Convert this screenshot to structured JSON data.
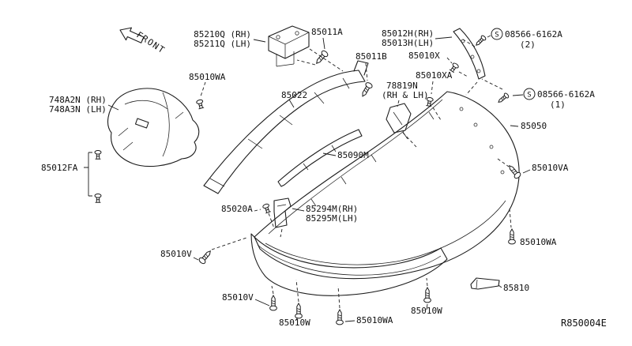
{
  "front_label": "FRONT",
  "fastener_symbol": "S",
  "diagram_code": "R850004E",
  "colors": {
    "line": "#1c1c1c",
    "background": "#ffffff"
  },
  "labels": {
    "bracket_rh": "85210Q (RH)",
    "bracket_lh": "85211Q (LH)",
    "bolt_85011a": "85011A",
    "retainer_rh": "85012H(RH)",
    "retainer_lh": "85013H(LH)",
    "screw2_num": "08566-6162A",
    "screw2_qty": "(2)",
    "bolt_85011b": "85011B",
    "clip_85010x": "85010X",
    "clip_85010wa_left": "85010WA",
    "clip_85010xa": "85010XA",
    "screw1_num": "08566-6162A",
    "screw1_qty": "(1)",
    "splash_rh": "748A2N (RH)",
    "splash_lh": "748A3N (LH)",
    "beam": "85022",
    "bracket_78819n": "78819N",
    "bracket_78819n_sub": "(RH & LH)",
    "fascia": "85050",
    "clip_85012fa": "85012FA",
    "absorber": "85090M",
    "bolt_85010va": "85010VA",
    "clip_85020a": "85020A",
    "bracket2_rh": "85294M(RH)",
    "bracket2_lh": "85295M(LH)",
    "bolt_85010wa_right": "85010WA",
    "bolt_85010v_left": "85010V",
    "bolt_85010v_bottom": "85010V",
    "bolt_85010w_bottom": "85010W",
    "bolt_85010wa_bottom": "85010WA",
    "bolt_85010w_right": "85010W",
    "strip_85810": "85810"
  }
}
